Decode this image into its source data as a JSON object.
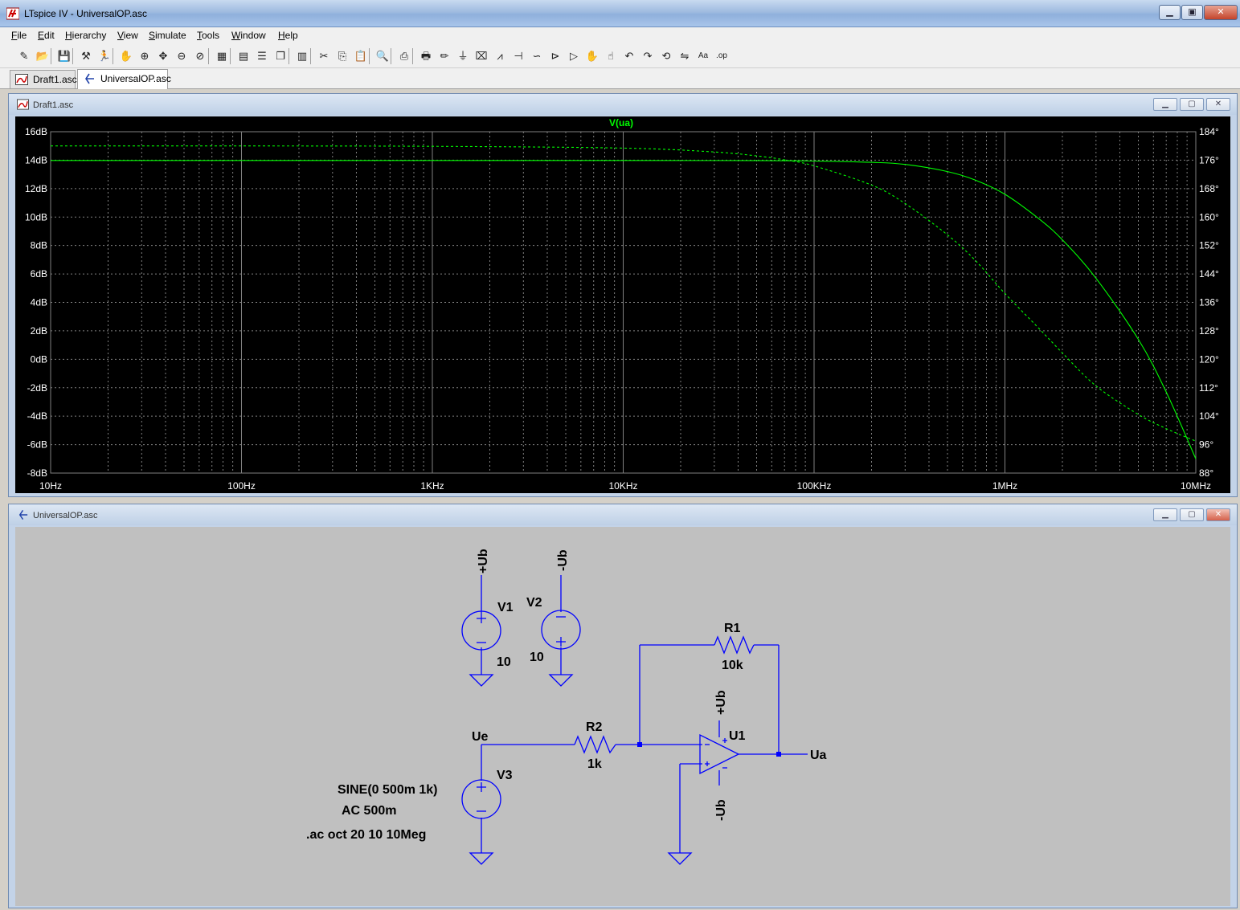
{
  "window": {
    "title": "LTspice IV - UniversalOP.asc"
  },
  "menu": [
    "File",
    "Edit",
    "Hierarchy",
    "View",
    "Simulate",
    "Tools",
    "Window",
    "Help"
  ],
  "toolbar_icons": [
    "new-schematic-icon",
    "open-icon",
    "save-icon",
    "control-panel-icon",
    "run-icon",
    "halt-icon",
    "zoom-in-icon",
    "pan-icon",
    "zoom-out-icon",
    "zoom-cancel-icon",
    "autorange-icon",
    "grid-icon",
    "tile-horizontal-icon",
    "cascade-icon",
    "tile-vertical-icon",
    "cut-icon",
    "copy-icon",
    "paste-icon",
    "find-icon",
    "print-setup-icon",
    "print-icon",
    "wire-icon",
    "ground-icon",
    "label-net-icon",
    "resistor-icon",
    "capacitor-icon",
    "inductor-icon",
    "diode-icon",
    "component-icon",
    "move-icon",
    "drag-icon",
    "undo-icon",
    "redo-icon",
    "rotate-icon",
    "mirror-icon",
    "text-icon",
    "spice-directive-icon"
  ],
  "tabs": [
    {
      "label": "Draft1.asc",
      "icon": "waveform-icon",
      "active": false
    },
    {
      "label": "UniversalOP.asc",
      "icon": "schematic-icon",
      "active": true
    }
  ],
  "plot_window": {
    "title": "Draft1.asc"
  },
  "schematic_window": {
    "title": "UniversalOP.asc"
  },
  "chart_data": {
    "type": "line",
    "title": "V(ua)",
    "x_scale": "log",
    "xlim": [
      10,
      10000000
    ],
    "x_ticks": [
      "10Hz",
      "100Hz",
      "1KHz",
      "10KHz",
      "100KHz",
      "1MHz",
      "10MHz"
    ],
    "x_tick_values": [
      10,
      100,
      1000,
      10000,
      100000,
      1000000,
      10000000
    ],
    "y_left_lim": [
      -8,
      16
    ],
    "y_left_ticks": [
      "16dB",
      "14dB",
      "12dB",
      "10dB",
      "8dB",
      "6dB",
      "4dB",
      "2dB",
      "0dB",
      "-2dB",
      "-4dB",
      "-6dB",
      "-8dB"
    ],
    "y_right_lim": [
      88,
      184
    ],
    "y_right_ticks": [
      "184°",
      "176°",
      "168°",
      "160°",
      "152°",
      "144°",
      "136°",
      "128°",
      "120°",
      "112°",
      "104°",
      "96°",
      "88°"
    ],
    "grid": true,
    "trace_color": "#00ff00",
    "series": [
      {
        "name": "V(ua)",
        "axis": "left",
        "style": "solid",
        "x": [
          10,
          100,
          1000,
          10000,
          50000,
          100000,
          200000,
          300000,
          500000,
          700000,
          1000000,
          1500000,
          2000000,
          3000000,
          5000000,
          7000000,
          10000000
        ],
        "y": [
          13.98,
          13.98,
          13.98,
          13.98,
          13.97,
          13.94,
          13.85,
          13.7,
          13.2,
          12.6,
          11.6,
          9.9,
          8.4,
          5.7,
          1.4,
          -2.3,
          -7.0
        ]
      },
      {
        "name": "phase",
        "axis": "right",
        "style": "dashed",
        "x": [
          10,
          100,
          1000,
          10000,
          30000,
          50000,
          70000,
          100000,
          200000,
          300000,
          500000,
          700000,
          1000000,
          1500000,
          2000000,
          3000000,
          5000000,
          7000000,
          10000000
        ],
        "y": [
          180,
          180,
          179.9,
          179.4,
          178.3,
          177.2,
          176.1,
          174.4,
          169,
          163.8,
          155,
          147.8,
          138.5,
          128.8,
          121.8,
          112.5,
          104.5,
          100.5,
          97
        ]
      }
    ]
  },
  "schematic": {
    "labels": {
      "v1_net": "+Ub",
      "v2_net": "-Ub",
      "v1": "V1",
      "v1_value": "10",
      "v2": "V2",
      "v2_value": "10",
      "r1": "R1",
      "r1_value": "10k",
      "r2": "R2",
      "r2_value": "1k",
      "u1": "U1",
      "u1_pos": "+Ub",
      "u1_neg": "-Ub",
      "ue": "Ue",
      "ua": "Ua",
      "v3": "V3",
      "v3_value": "SINE(0 500m 1k)",
      "v3_ac": "AC 500m",
      "directive": ".ac oct 20 10 10Meg"
    },
    "wire_color": "#0000ff"
  }
}
